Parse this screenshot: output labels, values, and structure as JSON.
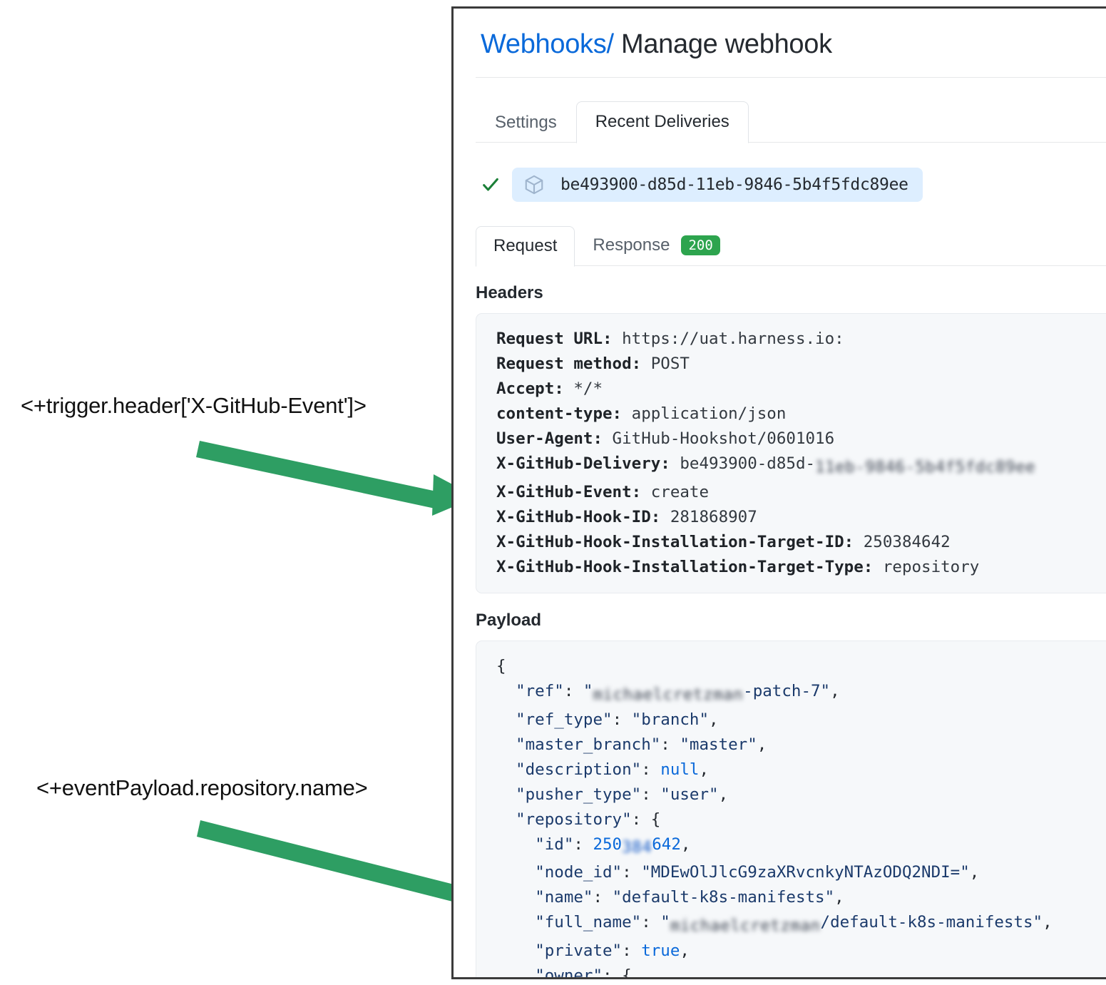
{
  "annotations": [
    {
      "id": "trigger-header",
      "text": "<+trigger.header['X-GitHub-Event']>"
    },
    {
      "id": "event-payload",
      "text": "<+eventPayload.repository.name>"
    }
  ],
  "colors": {
    "arrow_green": "#2e9e63",
    "link_blue": "#0969da",
    "badge_green": "#2da44e",
    "chip_blue_bg": "#ddeeff",
    "code_bg": "#f6f8fa"
  },
  "panel": {
    "breadcrumb": {
      "link": "Webhooks",
      "separator": "/",
      "current": "Manage webhook"
    },
    "tabs": [
      {
        "label": "Settings",
        "active": false
      },
      {
        "label": "Recent Deliveries",
        "active": true
      }
    ],
    "delivery": {
      "status_icon": "check-icon",
      "package_icon": "cube-icon",
      "guid": "be493900-d85d-11eb-9846-5b4f5fdc89ee"
    },
    "inner_tabs": [
      {
        "label": "Request",
        "active": true,
        "badge": ""
      },
      {
        "label": "Response",
        "active": false,
        "badge": "200"
      }
    ],
    "headers_section": {
      "label": "Headers",
      "rows": [
        {
          "name": "Request URL:",
          "value": "https://uat.harness.io:",
          "redacted": ""
        },
        {
          "name": "Request method:",
          "value": "POST",
          "redacted": ""
        },
        {
          "name": "Accept:",
          "value": "*/*",
          "redacted": ""
        },
        {
          "name": "content-type:",
          "value": "application/json",
          "redacted": ""
        },
        {
          "name": "User-Agent:",
          "value": "GitHub-Hookshot/0601016",
          "redacted": ""
        },
        {
          "name": "X-GitHub-Delivery:",
          "value": "be493900-d85d-",
          "redacted": "11eb-9846-5b4f5fdc89ee"
        },
        {
          "name": "X-GitHub-Event:",
          "value": "create",
          "redacted": ""
        },
        {
          "name": "X-GitHub-Hook-ID:",
          "value": "281868907",
          "redacted": ""
        },
        {
          "name": "X-GitHub-Hook-Installation-Target-ID:",
          "value": "250384642",
          "redacted": ""
        },
        {
          "name": "X-GitHub-Hook-Installation-Target-Type:",
          "value": "repository",
          "redacted": ""
        }
      ]
    },
    "payload_section": {
      "label": "Payload",
      "lines": [
        {
          "indent": 0,
          "parts": [
            {
              "t": "punc",
              "v": "{"
            }
          ]
        },
        {
          "indent": 1,
          "parts": [
            {
              "t": "key",
              "v": "\"ref\""
            },
            {
              "t": "punc",
              "v": ": "
            },
            {
              "t": "str",
              "v": "\""
            },
            {
              "t": "blur",
              "v": "michaelcretzman"
            },
            {
              "t": "str",
              "v": "-patch-7\""
            },
            {
              "t": "punc",
              "v": ","
            }
          ]
        },
        {
          "indent": 1,
          "parts": [
            {
              "t": "key",
              "v": "\"ref_type\""
            },
            {
              "t": "punc",
              "v": ": "
            },
            {
              "t": "str",
              "v": "\"branch\""
            },
            {
              "t": "punc",
              "v": ","
            }
          ]
        },
        {
          "indent": 1,
          "parts": [
            {
              "t": "key",
              "v": "\"master_branch\""
            },
            {
              "t": "punc",
              "v": ": "
            },
            {
              "t": "str",
              "v": "\"master\""
            },
            {
              "t": "punc",
              "v": ","
            }
          ]
        },
        {
          "indent": 1,
          "parts": [
            {
              "t": "key",
              "v": "\"description\""
            },
            {
              "t": "punc",
              "v": ": "
            },
            {
              "t": "lit",
              "v": "null"
            },
            {
              "t": "punc",
              "v": ","
            }
          ]
        },
        {
          "indent": 1,
          "parts": [
            {
              "t": "key",
              "v": "\"pusher_type\""
            },
            {
              "t": "punc",
              "v": ": "
            },
            {
              "t": "str",
              "v": "\"user\""
            },
            {
              "t": "punc",
              "v": ","
            }
          ]
        },
        {
          "indent": 1,
          "parts": [
            {
              "t": "key",
              "v": "\"repository\""
            },
            {
              "t": "punc",
              "v": ": {"
            }
          ]
        },
        {
          "indent": 2,
          "parts": [
            {
              "t": "key",
              "v": "\"id\""
            },
            {
              "t": "punc",
              "v": ": "
            },
            {
              "t": "num",
              "v": "250"
            },
            {
              "t": "blurnum",
              "v": "384"
            },
            {
              "t": "num",
              "v": "642"
            },
            {
              "t": "punc",
              "v": ","
            }
          ]
        },
        {
          "indent": 2,
          "parts": [
            {
              "t": "key",
              "v": "\"node_id\""
            },
            {
              "t": "punc",
              "v": ": "
            },
            {
              "t": "str",
              "v": "\"MDEwOlJlcG9zaXRvcnkyNTAzODQ2NDI=\""
            },
            {
              "t": "punc",
              "v": ","
            }
          ]
        },
        {
          "indent": 2,
          "parts": [
            {
              "t": "key",
              "v": "\"name\""
            },
            {
              "t": "punc",
              "v": ": "
            },
            {
              "t": "str",
              "v": "\"default-k8s-manifests\""
            },
            {
              "t": "punc",
              "v": ","
            }
          ]
        },
        {
          "indent": 2,
          "parts": [
            {
              "t": "key",
              "v": "\"full_name\""
            },
            {
              "t": "punc",
              "v": ": "
            },
            {
              "t": "str",
              "v": "\""
            },
            {
              "t": "blur",
              "v": "michaelcretzman"
            },
            {
              "t": "str",
              "v": "/default-k8s-manifests\""
            },
            {
              "t": "punc",
              "v": ","
            }
          ]
        },
        {
          "indent": 2,
          "parts": [
            {
              "t": "key",
              "v": "\"private\""
            },
            {
              "t": "punc",
              "v": ": "
            },
            {
              "t": "lit",
              "v": "true"
            },
            {
              "t": "punc",
              "v": ","
            }
          ]
        },
        {
          "indent": 2,
          "parts": [
            {
              "t": "key",
              "v": "\"owner\""
            },
            {
              "t": "punc",
              "v": ": {"
            }
          ]
        }
      ]
    }
  }
}
